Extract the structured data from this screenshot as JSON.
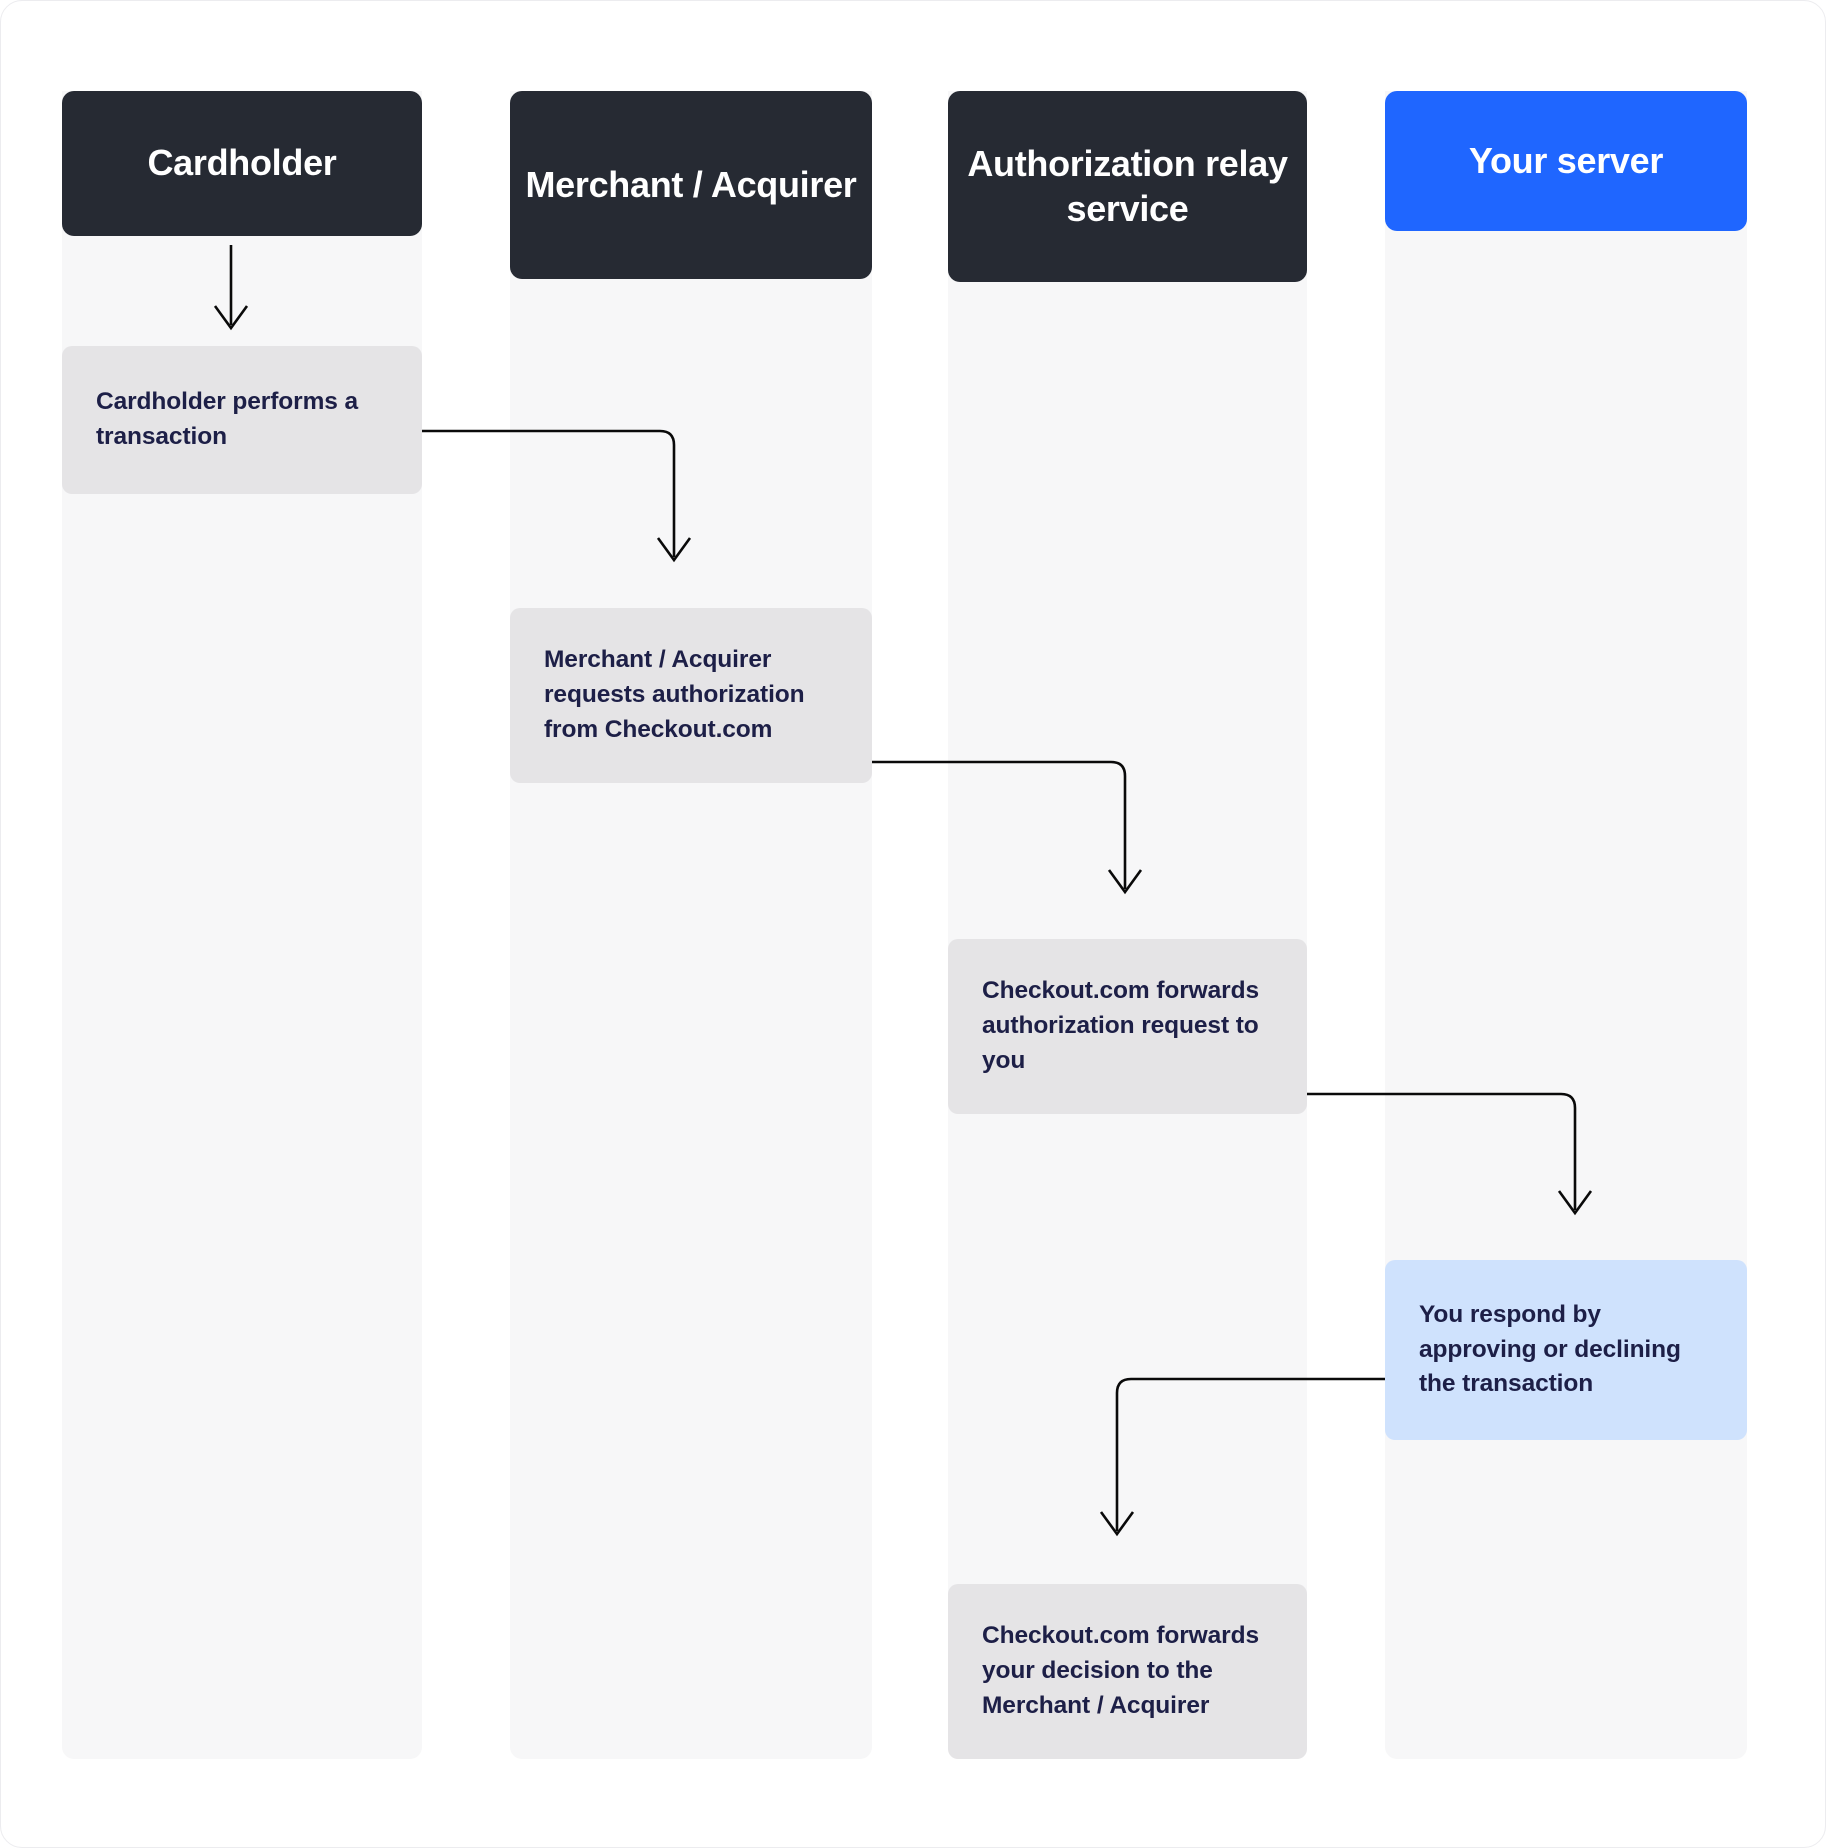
{
  "diagram": {
    "type": "swimlane-sequence-flowchart",
    "title": "",
    "colors": {
      "lane_header_dark": "#262a33",
      "lane_header_accent": "#1f66ff",
      "lane_body": "#f7f7f8",
      "message_box": "#e5e4e6",
      "message_box_highlight": "#cfe2fd",
      "text_dark": "#1d1f47",
      "text_on_header": "#ffffff",
      "connector": "#0a0a0a"
    },
    "lanes": [
      {
        "id": "cardholder",
        "label": "Cardholder",
        "accent": false
      },
      {
        "id": "merchant-acquirer",
        "label": "Merchant / Acquirer",
        "accent": false
      },
      {
        "id": "authorization-relay-service",
        "label": "Authorization relay service",
        "accent": false
      },
      {
        "id": "your-server",
        "label": "Your server",
        "accent": true
      }
    ],
    "steps": [
      {
        "id": "step-1",
        "lane": "cardholder",
        "order": 1,
        "text": "Cardholder performs a transaction",
        "highlight": false
      },
      {
        "id": "step-2",
        "lane": "merchant-acquirer",
        "order": 2,
        "text": "Merchant / Acquirer requests authorization from Checkout.com",
        "highlight": false
      },
      {
        "id": "step-3",
        "lane": "authorization-relay-service",
        "order": 3,
        "text": "Checkout.com forwards authorization request to you",
        "highlight": false
      },
      {
        "id": "step-4",
        "lane": "your-server",
        "order": 4,
        "text": "You respond by approving or declining the transaction",
        "highlight": true
      },
      {
        "id": "step-5",
        "lane": "authorization-relay-service",
        "order": 5,
        "text": "Checkout.com forwards your decision to the Merchant / Acquirer",
        "highlight": false
      }
    ],
    "connectors": [
      {
        "id": "arrow-start-to-step-1",
        "from": "cardholder-lane-top",
        "to": "step-1",
        "direction": "down"
      },
      {
        "id": "arrow-step-1-to-step-2",
        "from": "step-1",
        "to": "step-2",
        "direction": "right-down"
      },
      {
        "id": "arrow-step-2-to-step-3",
        "from": "step-2",
        "to": "step-3",
        "direction": "right-down"
      },
      {
        "id": "arrow-step-3-to-step-4",
        "from": "step-3",
        "to": "step-4",
        "direction": "right-down"
      },
      {
        "id": "arrow-step-4-to-step-5",
        "from": "step-4",
        "to": "step-5",
        "direction": "left-down"
      }
    ]
  }
}
